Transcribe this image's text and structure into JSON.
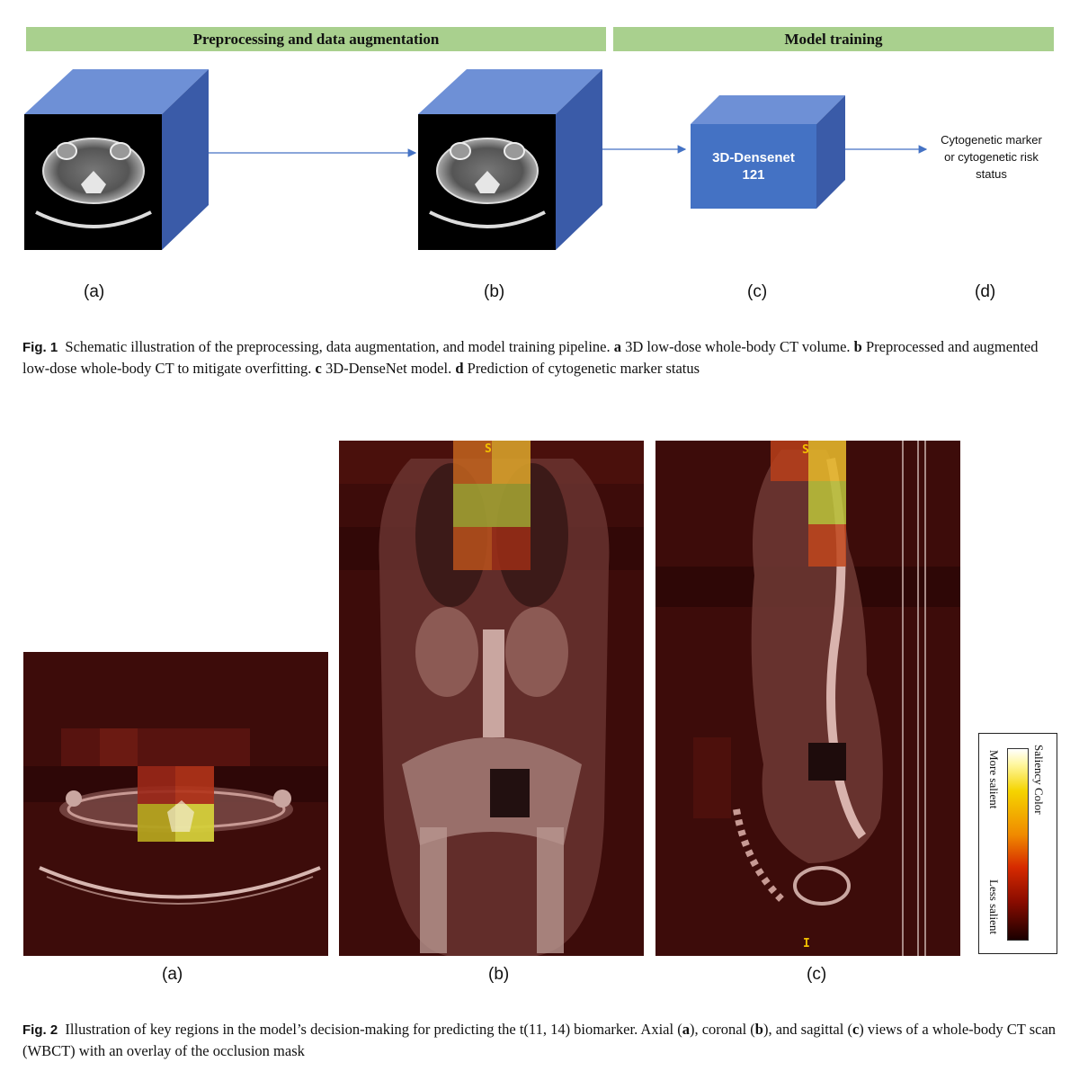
{
  "fig1": {
    "phases": [
      "Preprocessing and data augmentation",
      "Model training"
    ],
    "model_label_line1": "3D-Densenet",
    "model_label_line2": "121",
    "output_line1": "Cytogenetic marker",
    "output_line2": "or cytogenetic risk",
    "output_line3": "status",
    "panel_labels": [
      "(a)",
      "(b)",
      "(c)",
      "(d)"
    ],
    "caption": {
      "label": "Fig. 1",
      "intro": "Schematic illustration of the preprocessing, data augmentation, and model training pipeline.",
      "a_key": "a",
      "a_text": "3D low-dose whole-body CT volume.",
      "b_key": "b",
      "b_text": "Preprocessed and augmented low-dose whole-body CT to mitigate overfitting.",
      "c_key": "c",
      "c_text": "3D-DenseNet model.",
      "d_key": "d",
      "d_text": "Prediction of cytogenetic marker status"
    }
  },
  "fig2": {
    "panel_labels": [
      "(a)",
      "(b)",
      "(c)"
    ],
    "coronal_marker": "S",
    "sagittal_top_marker": "S",
    "sagittal_bottom_marker": "I",
    "legend": {
      "title": "Saliency Color",
      "more": "More salient",
      "less": "Less salient"
    },
    "caption": {
      "label": "Fig. 2",
      "intro": "Illustration of key regions in the model’s decision-making for predicting the t(11, 14) biomarker. Axial (",
      "a_key": "a",
      "mid1": "), coronal (",
      "b_key": "b",
      "mid2": "), and sagittal (",
      "c_key": "c",
      "tail": ") views of a whole-body CT scan (WBCT) with an overlay of the occlusion mask"
    }
  },
  "colors": {
    "phase_bar": "#a9d08e",
    "cube_front": "#4472c4",
    "cube_top": "#6e90d6",
    "cube_side": "#3a5ba8",
    "arrow": "#4472c4",
    "overlay_base": "#3d0c0a"
  }
}
